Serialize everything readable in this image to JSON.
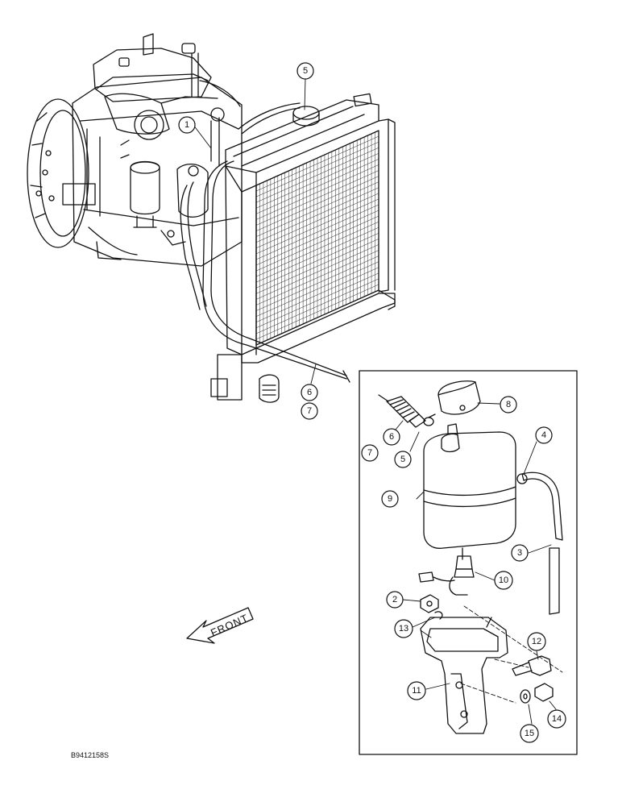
{
  "callouts": {
    "c1": "1",
    "c2": "2",
    "c3": "3",
    "c4": "4",
    "c5a": "5",
    "c5b": "5",
    "c6a": "6",
    "c6b": "6",
    "c7a": "7",
    "c7b": "7",
    "c8": "8",
    "c9": "9",
    "c10": "10",
    "c11": "11",
    "c12": "12",
    "c13": "13",
    "c14": "14",
    "c15": "15"
  },
  "front_label": "FRONT",
  "document_id": "B9412158S"
}
